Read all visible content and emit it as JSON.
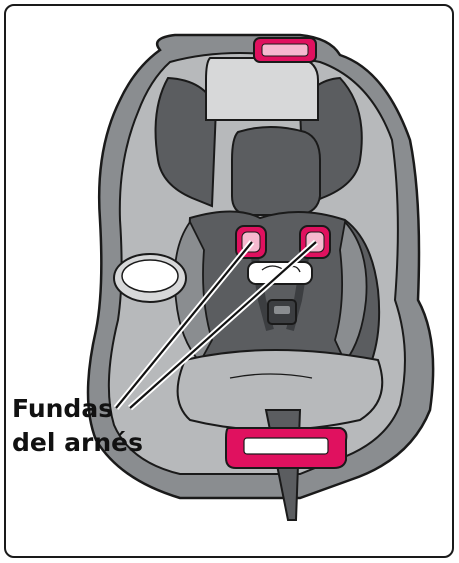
{
  "callout": {
    "line1": "Fundas",
    "line2": "del arnés"
  },
  "colors": {
    "accent": "#e0115f",
    "accent_light": "#f6b8cf",
    "shell_dark": "#5b5d60",
    "shell_mid": "#8a8d90",
    "fabric_light": "#b7b9bb",
    "fabric_pale": "#d7d8d9",
    "outline": "#1a1a1a"
  },
  "icons": [
    "car-seat-illustration",
    "cup-holder-icon",
    "harness-pad-icon",
    "chest-clip-icon",
    "buckle-icon"
  ]
}
